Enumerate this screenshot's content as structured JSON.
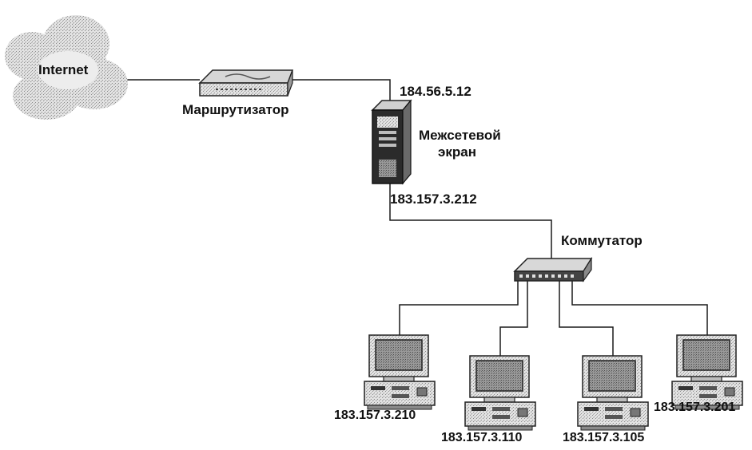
{
  "internet": {
    "label": "Internet"
  },
  "router": {
    "label": "Маршрутизатор"
  },
  "firewall": {
    "label_line1": "Межсетевой",
    "label_line2": "экран",
    "ip_outer": "184.56.5.12",
    "ip_inner": "183.157.3.212"
  },
  "switch": {
    "label": "Коммутатор"
  },
  "hosts": [
    {
      "ip": "183.157.3.210"
    },
    {
      "ip": "183.157.3.110"
    },
    {
      "ip": "183.157.3.105"
    },
    {
      "ip": "183.157.3.201"
    }
  ],
  "colors": {
    "line": "#1a1a1a",
    "device_gray": "#c9c9c9",
    "device_dark": "#2b2b2b",
    "cloud": "#bdbdbd"
  }
}
